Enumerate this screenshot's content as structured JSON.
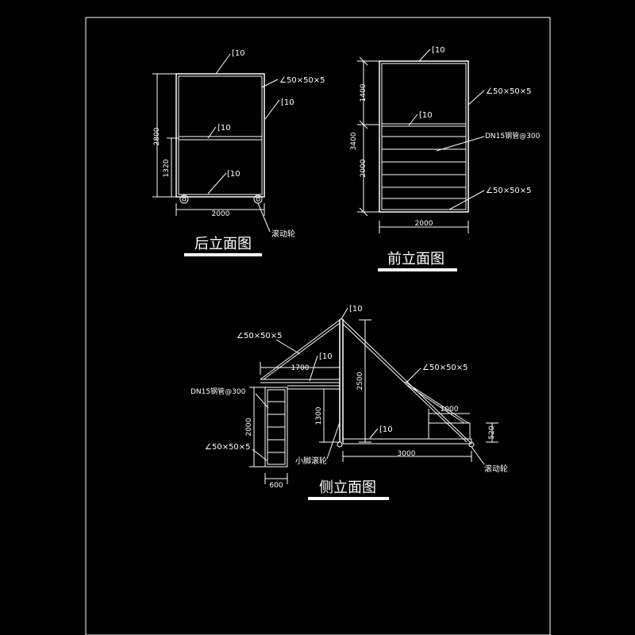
{
  "colors": {
    "background": "#000000",
    "line": "#ffffff",
    "text": "#ffffff",
    "border": "#ffffff"
  },
  "rear": {
    "title": "后立面图",
    "channel_top": "[10",
    "channel_right": "[10",
    "channel_mid": "[10",
    "channel_bottom": "[10",
    "angle": "∠50×50×5",
    "dim_total_height": "2800",
    "dim_lower_height": "1320",
    "dim_width": "2000",
    "wheel": "滚动轮"
  },
  "front": {
    "title": "前立面图",
    "channel_top": "[10",
    "channel_mid": "[10",
    "angle_top": "∠50×50×5",
    "angle_bottom": "∠50×50×5",
    "pipe": "DN15钢管@300",
    "dim_total_height": "3400",
    "dim_upper_height": "1400",
    "dim_lower_height": "2000",
    "dim_width": "2000"
  },
  "side": {
    "title": "侧立面图",
    "channel_top": "[10",
    "channel_upper": "[10",
    "channel_base": "[10",
    "angle_left": "∠50×50×5",
    "angle_right": "∠50×50×5",
    "angle_lower": "∠50×50×5",
    "pipe": "DN15钢管@300",
    "dim_1700": "1700",
    "dim_2500": "2500",
    "dim_2000": "2000",
    "dim_1300": "1300",
    "dim_1000": "1000",
    "dim_3000": "3000",
    "dim_600": "600",
    "dim_520": "520",
    "small_wheel": "小脚滚轮",
    "wheel": "滚动轮"
  }
}
